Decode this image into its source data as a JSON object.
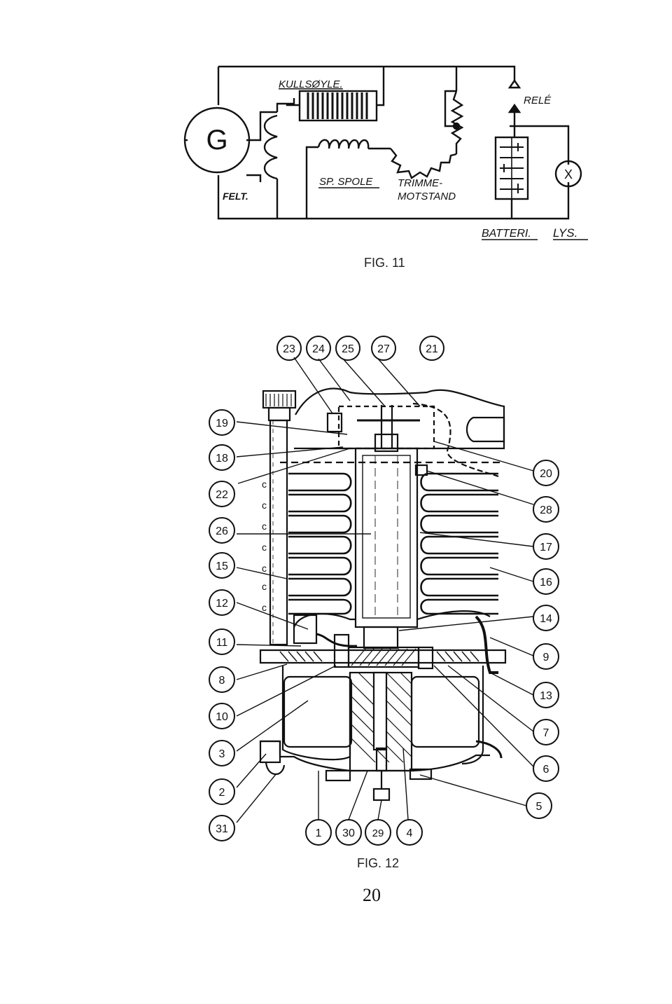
{
  "fig11": {
    "caption": "FIG. 11",
    "labels": {
      "generator": "G",
      "carbon_pile": "KULLSØYLE.",
      "field": "FELT.",
      "voltage_coil": "SP. SPOLE",
      "trim_resistor_line1": "TRIMME-",
      "trim_resistor_line2": "MOTSTAND",
      "relay": "RELÉ",
      "battery": "BATTERI.",
      "light": "LYS.",
      "lamp_symbol": "X"
    }
  },
  "fig12": {
    "caption": "FIG. 12",
    "callouts_top": [
      "23",
      "24",
      "25",
      "27",
      "21"
    ],
    "callouts_left": [
      "19",
      "18",
      "22",
      "26",
      "15",
      "12",
      "11",
      "8",
      "10",
      "3",
      "2",
      "31"
    ],
    "callouts_right": [
      "20",
      "28",
      "17",
      "16",
      "14",
      "9",
      "13",
      "7",
      "6",
      "5"
    ],
    "callouts_bottom": [
      "1",
      "30",
      "29",
      "4"
    ]
  },
  "page_number": "20"
}
